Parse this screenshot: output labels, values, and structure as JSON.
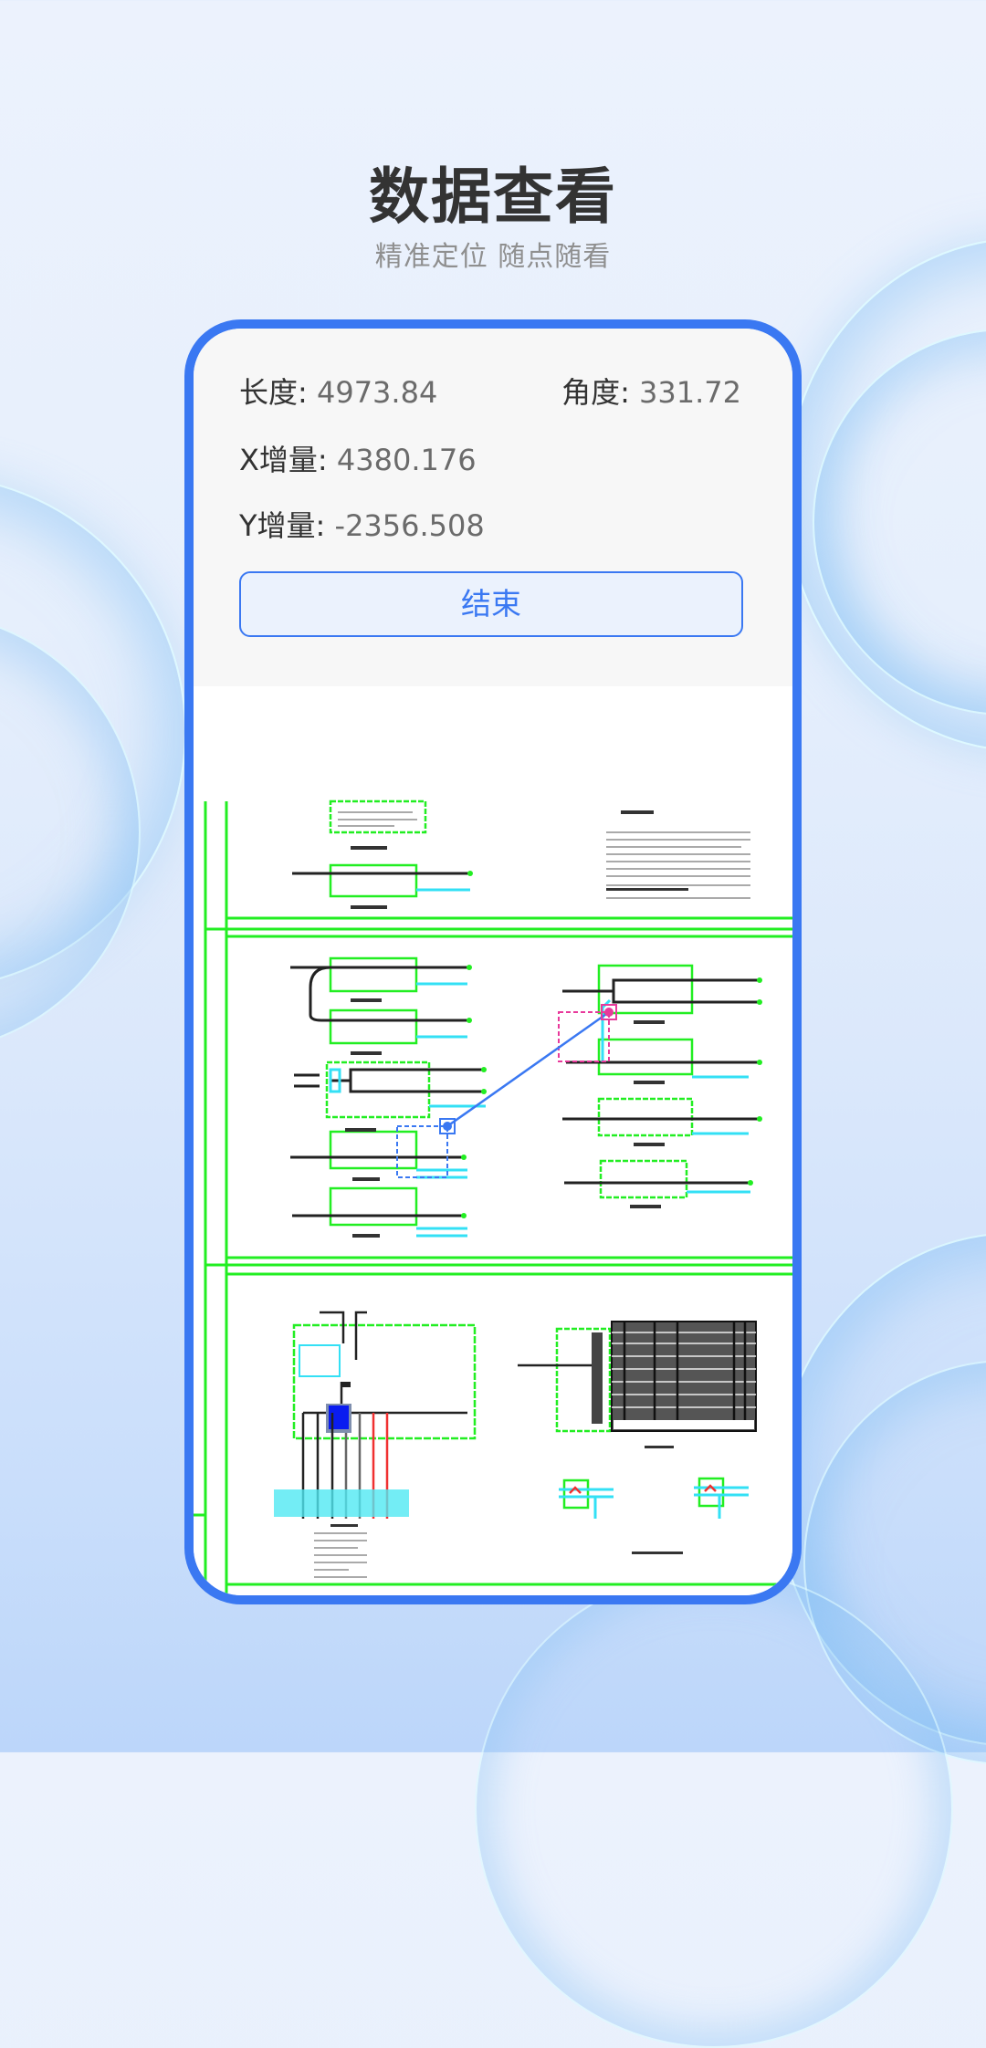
{
  "header": {
    "title": "数据查看",
    "subtitle": "精准定位 随点随看"
  },
  "measurement": {
    "length": {
      "label": "长度: ",
      "value": "4973.84"
    },
    "angle": {
      "label": "角度: ",
      "value": "331.72"
    },
    "x_delta": {
      "label": "X增量: ",
      "value": "4380.176"
    },
    "y_delta": {
      "label": "Y增量: ",
      "value": "-2356.508"
    },
    "end_button": "结束"
  },
  "drawing": {
    "start_marker_color": "#3a78f2",
    "end_marker_color": "#e8399b",
    "measure_line_color": "#3a78f2",
    "frame_line_color": "#22ee22",
    "cable_color": "#33e0f5"
  },
  "colors": {
    "accent": "#3a78f2",
    "title": "#333333",
    "subtitle": "#8f8f8f",
    "value": "#6b6b6b",
    "panel_bg": "#f7f7f7",
    "button_bg": "#ebf2fd"
  }
}
